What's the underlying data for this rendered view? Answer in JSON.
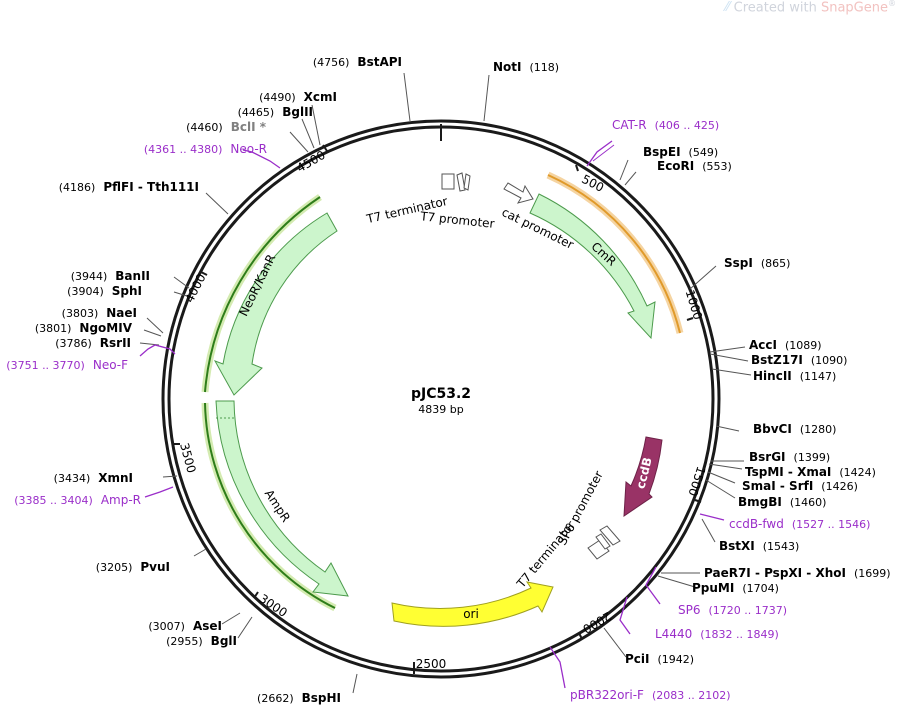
{
  "watermark": {
    "prefix": "Created with ",
    "brand": "SnapGene",
    "mark": "®"
  },
  "plasmid": {
    "name": "pJC53.2",
    "length": "4839 bp"
  },
  "colors": {
    "backbone": "#1a1a1a",
    "primer": "#9a2ec9",
    "gene_fill": "#ccf5cc",
    "gene_stroke": "#4c9a4c",
    "ori_fill": "#ffff33",
    "ccdb_fill": "#993366",
    "cmr_glow": "#e09a2a",
    "neo_glow": "#66bb22"
  },
  "ticks": [
    "500",
    "1000",
    "1500",
    "2000",
    "2500",
    "3000",
    "3500",
    "4000",
    "4500"
  ],
  "sites": [
    {
      "pos": "(4756)",
      "name": "BstAPI"
    },
    {
      "name": "NotI",
      "pos": "(118)"
    },
    {
      "pos": "(4490)",
      "name": "XcmI"
    },
    {
      "pos": "(4465)",
      "name": "BglII"
    },
    {
      "pos": "(4460)",
      "name": "BclI *"
    },
    {
      "name": "BspEI",
      "pos": "(549)"
    },
    {
      "name": "EcoRI",
      "pos": "(553)"
    },
    {
      "pos": "(4186)",
      "name": "PflFI - Tth111I"
    },
    {
      "name": "SspI",
      "pos": "(865)"
    },
    {
      "pos": "(3944)",
      "name": "BanII"
    },
    {
      "pos": "(3904)",
      "name": "SphI"
    },
    {
      "pos": "(3803)",
      "name": "NaeI"
    },
    {
      "pos": "(3801)",
      "name": "NgoMIV"
    },
    {
      "pos": "(3786)",
      "name": "RsrII"
    },
    {
      "name": "AccI",
      "pos": "(1089)"
    },
    {
      "name": "BstZ17I",
      "pos": "(1090)"
    },
    {
      "name": "HincII",
      "pos": "(1147)"
    },
    {
      "name": "BbvCI",
      "pos": "(1280)"
    },
    {
      "name": "BsrGI",
      "pos": "(1399)"
    },
    {
      "name": "TspMI - XmaI",
      "pos": "(1424)"
    },
    {
      "name": "SmaI - SrfI",
      "pos": "(1426)"
    },
    {
      "name": "BmgBI",
      "pos": "(1460)"
    },
    {
      "pos": "(3434)",
      "name": "XmnI"
    },
    {
      "name": "BstXI",
      "pos": "(1543)"
    },
    {
      "pos": "(3205)",
      "name": "PvuI"
    },
    {
      "name": "PaeR7I - PspXI - XhoI",
      "pos": "(1699)"
    },
    {
      "name": "PpuMI",
      "pos": "(1704)"
    },
    {
      "pos": "(3007)",
      "name": "AseI"
    },
    {
      "pos": "(2955)",
      "name": "BglI"
    },
    {
      "name": "PciI",
      "pos": "(1942)"
    },
    {
      "pos": "(2662)",
      "name": "BspHI"
    }
  ],
  "primers": [
    {
      "name": "CAT-R",
      "range": "(406 .. 425)"
    },
    {
      "range": "(4361 .. 4380)",
      "name": "Neo-R"
    },
    {
      "range": "(3751 .. 3770)",
      "name": "Neo-F"
    },
    {
      "range": "(3385 .. 3404)",
      "name": "Amp-R"
    },
    {
      "name": "ccdB-fwd",
      "range": "(1527 .. 1546)"
    },
    {
      "name": "SP6",
      "range": "(1720 .. 1737)"
    },
    {
      "name": "L4440",
      "range": "(1832 .. 1849)"
    },
    {
      "name": "pBR322ori-F",
      "range": "(2083 .. 2102)"
    }
  ],
  "features": {
    "t7_terminator": "T7 terminator",
    "t7_promoter": "T7 promoter",
    "cat_promoter": "cat promoter",
    "cmr": "CmR",
    "neo": "NeoR/KanR",
    "amp": "AmpR",
    "ori": "ori",
    "ccdb": "ccdB",
    "sp6_promoter": "SP6 promoter",
    "t7_terminator_2": "T7 terminator"
  }
}
